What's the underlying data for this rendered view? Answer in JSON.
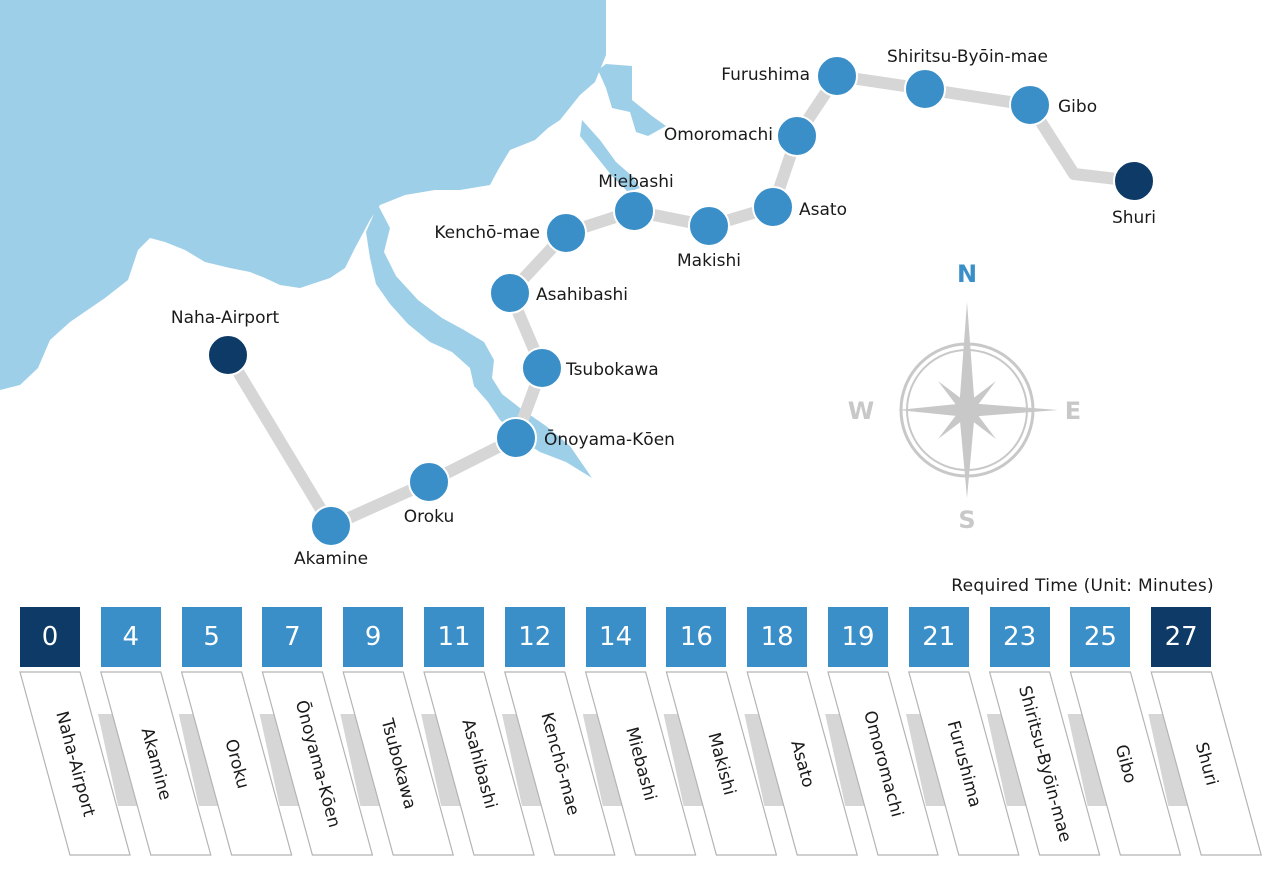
{
  "map": {
    "colors": {
      "water": "#9ecfe8",
      "line": "#d6d6d6",
      "station": "#3a8fc8",
      "terminal": "#0d3a66",
      "compass": "#c8c8c8",
      "north": "#3a8fc8"
    },
    "compass": {
      "north": "N",
      "south": "S",
      "east": "E",
      "west": "W"
    },
    "stations": [
      {
        "name": "Naha-Airport",
        "terminal": true
      },
      {
        "name": "Akamine",
        "terminal": false
      },
      {
        "name": "Oroku",
        "terminal": false
      },
      {
        "name": "Ōnoyama-Kōen",
        "terminal": false
      },
      {
        "name": "Tsubokawa",
        "terminal": false
      },
      {
        "name": "Asahibashi",
        "terminal": false
      },
      {
        "name": "Kenchō-mae",
        "terminal": false
      },
      {
        "name": "Miebashi",
        "terminal": false
      },
      {
        "name": "Makishi",
        "terminal": false
      },
      {
        "name": "Asato",
        "terminal": false
      },
      {
        "name": "Omoromachi",
        "terminal": false
      },
      {
        "name": "Furushima",
        "terminal": false
      },
      {
        "name": "Shiritsu-Byōin-mae",
        "terminal": false
      },
      {
        "name": "Gibo",
        "terminal": false
      },
      {
        "name": "Shuri",
        "terminal": true
      }
    ]
  },
  "timetable": {
    "title": "Required Time (Unit: Minutes)",
    "times": [
      "0",
      "4",
      "5",
      "7",
      "9",
      "11",
      "12",
      "14",
      "16",
      "18",
      "19",
      "21",
      "23",
      "25",
      "27"
    ]
  }
}
